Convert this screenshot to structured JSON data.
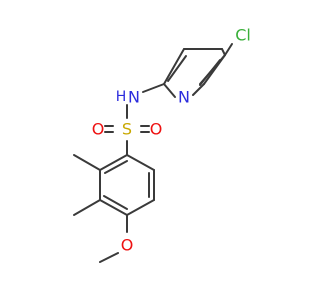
{
  "molecule": {
    "atoms": {
      "cl": {
        "label": "Cl",
        "color": "#3ab03a"
      },
      "n_pyridine": {
        "label": "N",
        "color": "#2b2bdd"
      },
      "n_amine": {
        "label": "N",
        "color": "#2b2bdd"
      },
      "h_amine": {
        "label": "H",
        "color": "#2b2bdd"
      },
      "s": {
        "label": "S",
        "color": "#c8a800"
      },
      "o_left": {
        "label": "O",
        "color": "#ee1111"
      },
      "o_right": {
        "label": "O",
        "color": "#ee1111"
      },
      "o_methoxy": {
        "label": "O",
        "color": "#ee1111"
      }
    },
    "bond_color": "#3a3a3a"
  }
}
